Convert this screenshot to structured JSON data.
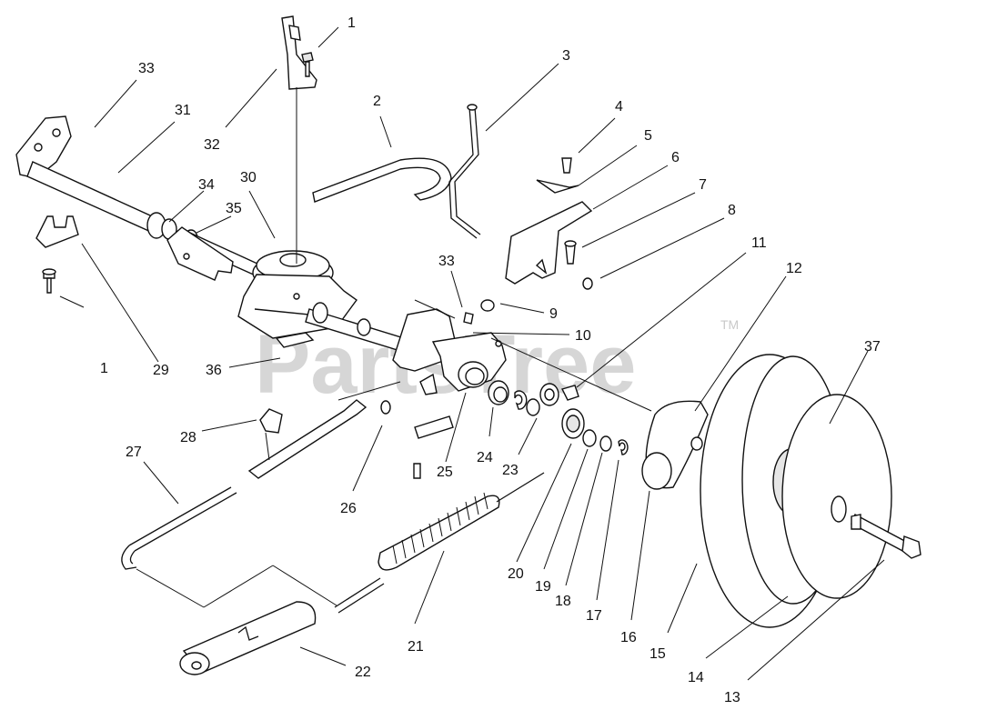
{
  "watermark": {
    "text": "PartsTree",
    "trademark": "TM"
  },
  "callouts": {
    "c1_top": "1",
    "c1_left": "1",
    "c2": "2",
    "c3": "3",
    "c4": "4",
    "c5": "5",
    "c6": "6",
    "c7": "7",
    "c8": "8",
    "c9": "9",
    "c10": "10",
    "c11": "11",
    "c12": "12",
    "c13": "13",
    "c14": "14",
    "c15": "15",
    "c16": "16",
    "c17": "17",
    "c18": "18",
    "c19": "19",
    "c20": "20",
    "c21": "21",
    "c22": "22",
    "c23": "23",
    "c24": "24",
    "c25": "25",
    "c26": "26",
    "c27": "27",
    "c28": "28",
    "c29": "29",
    "c30": "30",
    "c31": "31",
    "c32": "32",
    "c33_top": "33",
    "c33_mid": "33",
    "c34": "34",
    "c35": "35",
    "c36": "36",
    "c37": "37"
  }
}
